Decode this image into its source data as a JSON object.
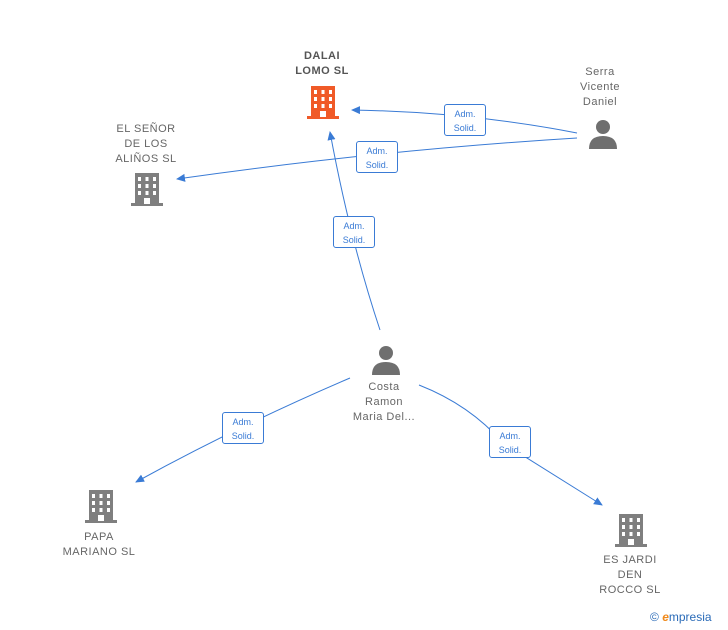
{
  "colors": {
    "edge": "#3a7bd5",
    "highlight_company": "#f05a28",
    "company": "#7f7f7f",
    "person": "#6f6f6f",
    "label_text": "#666666",
    "highlight_label": "#555555"
  },
  "nodes": [
    {
      "id": "dalai",
      "type": "company",
      "highlight": true,
      "label": "DALAI\nLOMO  SL",
      "icon": "building-icon"
    },
    {
      "id": "serra",
      "type": "person",
      "label": "Serra\nVicente\nDaniel",
      "icon": "person-icon"
    },
    {
      "id": "senor",
      "type": "company",
      "label": "EL SEÑOR\nDE LOS\nALIÑOS  SL",
      "icon": "building-icon"
    },
    {
      "id": "costa",
      "type": "person",
      "label": "Costa\nRamon\nMaria Del...",
      "icon": "person-icon"
    },
    {
      "id": "papa",
      "type": "company",
      "label": "PAPA\nMARIANO  SL",
      "icon": "building-icon"
    },
    {
      "id": "esjardi",
      "type": "company",
      "label": "ES JARDI\nDEN\nROCCO  SL",
      "icon": "building-icon"
    }
  ],
  "edges": [
    {
      "from": "serra",
      "to": "dalai",
      "label": "Adm.\nSolid."
    },
    {
      "from": "serra",
      "to": "senor",
      "label": "Adm.\nSolid."
    },
    {
      "from": "costa",
      "to": "dalai",
      "label": "Adm.\nSolid."
    },
    {
      "from": "costa",
      "to": "papa",
      "label": "Adm.\nSolid."
    },
    {
      "from": "costa",
      "to": "esjardi",
      "label": "Adm.\nSolid."
    }
  ],
  "watermark": {
    "symbol": "©",
    "brand_initial": "e",
    "brand_rest": "mpresia"
  }
}
